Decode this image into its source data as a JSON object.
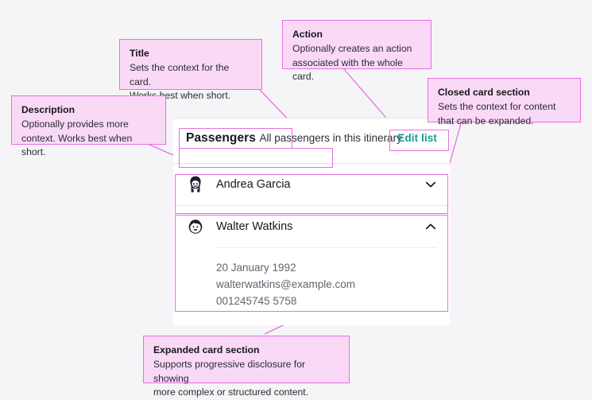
{
  "page": {
    "background": "#f5f5f7",
    "accent_teal": "#1a9d8f",
    "annotation_border": "#e86fe0",
    "annotation_fill": "#f9d9f6"
  },
  "card": {
    "title": "Passengers",
    "description": "All passengers in this itinerary",
    "action_label": "Edit list",
    "sections": [
      {
        "name": "Andrea Garcia",
        "avatar_icon": "woman-avatar-icon",
        "chevron_icon": "chevron-down-icon",
        "expanded": false,
        "details": []
      },
      {
        "name": "Walter Watkins",
        "avatar_icon": "man-avatar-icon",
        "chevron_icon": "chevron-up-icon",
        "expanded": true,
        "details": [
          "20 January 1992",
          "walterwatkins@example.com",
          "001245745 5758"
        ]
      }
    ]
  },
  "annotations": [
    {
      "key": "title",
      "title": "Title",
      "body": "Sets the context for the card.\nWorks best when short."
    },
    {
      "key": "action",
      "title": "Action",
      "body": "Optionally creates an action\nassociated with the whole card."
    },
    {
      "key": "closed_card_section",
      "title": "Closed card section",
      "body": "Sets the context for content\nthat can be expanded."
    },
    {
      "key": "description",
      "title": "Description",
      "body": "Optionally provides more\ncontext. Works best when short."
    },
    {
      "key": "expanded_card_section",
      "title": "Expanded card section",
      "body": "Supports progressive disclosure for showing\nmore complex or structured content."
    }
  ]
}
